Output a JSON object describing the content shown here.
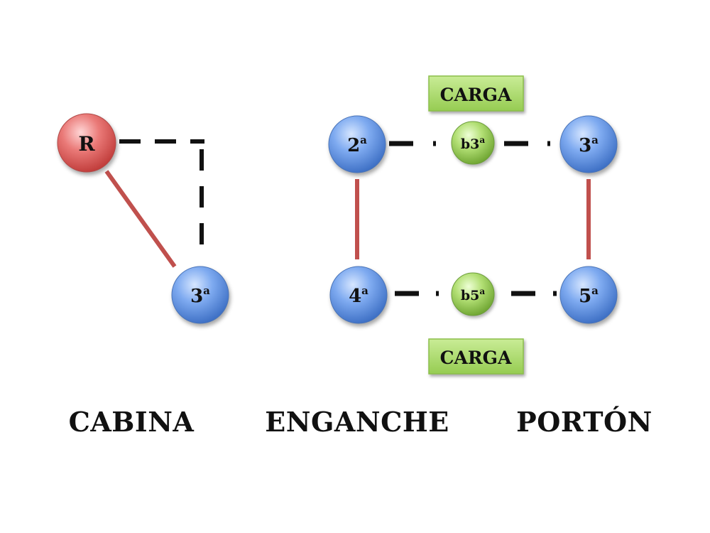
{
  "colors": {
    "node_blue": "#6f9fe6",
    "node_red": "#e46a6a",
    "node_green": "#a6d860",
    "label_box_green": "#a6d860",
    "solid_line": "#c0504d",
    "dashed_line": "#111111"
  },
  "nodes": {
    "cabina_r": {
      "text": "R"
    },
    "cabina_3": {
      "text": "3",
      "sup": "a"
    },
    "eng_2": {
      "text": "2",
      "sup": "a"
    },
    "eng_4": {
      "text": "4",
      "sup": "a"
    },
    "por_3": {
      "text": "3",
      "sup": "a"
    },
    "por_5": {
      "text": "5",
      "sup": "a"
    },
    "b3": {
      "text": "b3",
      "sup": "a"
    },
    "b5": {
      "text": "b5",
      "sup": "a"
    }
  },
  "load_labels": {
    "top": "CARGA",
    "bottom": "CARGA"
  },
  "sections": {
    "cabina": "CABINA",
    "enganche": "ENGANCHE",
    "porton": "PORTÓN"
  }
}
